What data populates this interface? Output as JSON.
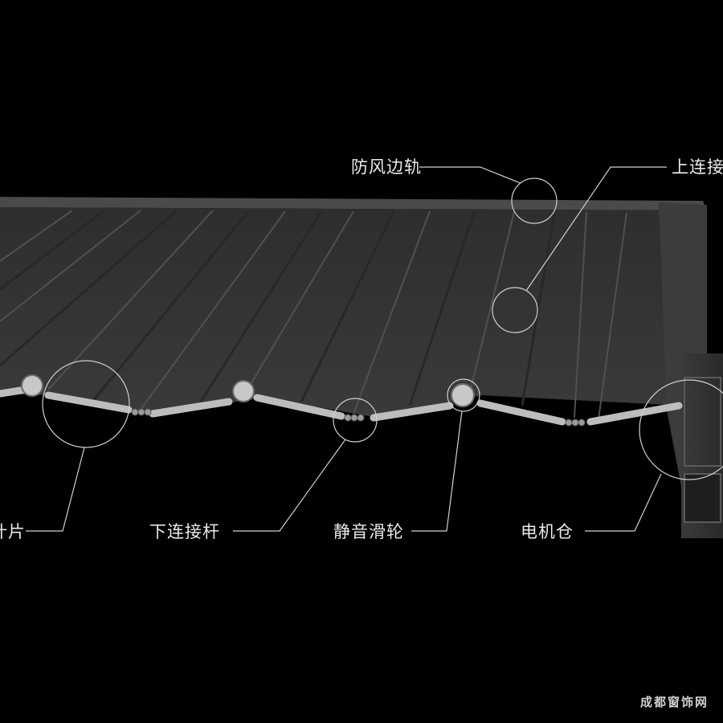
{
  "callouts": {
    "wind_side_rail": "防风边轨",
    "upper_connecting_rod": "上连接",
    "blade": "叶片",
    "lower_connecting_rod": "下连接杆",
    "silent_pulley": "静音滑轮",
    "motor_compartment": "电机仓"
  },
  "watermark": "成都窗饰网",
  "colors": {
    "background": "#000000",
    "roof_surface": "#363638",
    "blade_edge": "#bdbdbd",
    "callout_line": "#d0d0d0",
    "label_text": "#eaeaea"
  }
}
